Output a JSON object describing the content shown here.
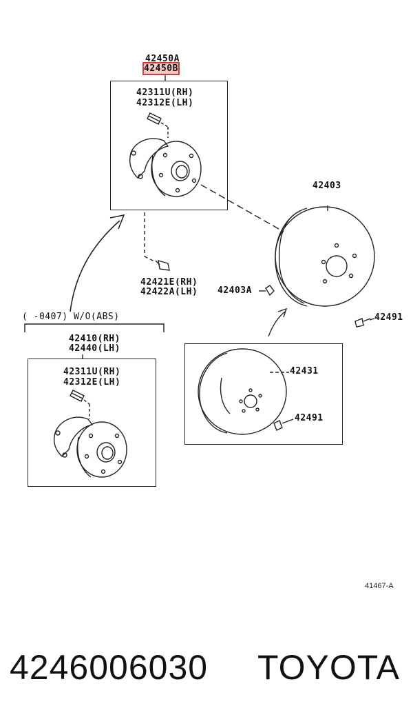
{
  "labels": {
    "assembly_a": "42450A",
    "assembly_b": "42450B",
    "top_hub_bolt_rh": "42311U(RH)",
    "top_hub_bolt_lh": "42312E(LH)",
    "drum": "42403",
    "bolt_rh": "42421E(RH)",
    "bolt_lh": "42422A(LH)",
    "drum_plug": "42403A",
    "screw_right": "42491",
    "variant_note": "(    -0407) W/O(ABS)",
    "hub_rh": "42410(RH)",
    "hub_lh": "42440(LH)",
    "lower_hub_bolt_rh": "42311U(RH)",
    "lower_hub_bolt_lh": "42312E(LH)",
    "disc": "42431",
    "disc_screw": "42491",
    "figure_ref": "41467-A"
  },
  "footer": {
    "part_number": "4246006030",
    "brand": "TOYOTA"
  },
  "highlight_color": "#d23a3a"
}
